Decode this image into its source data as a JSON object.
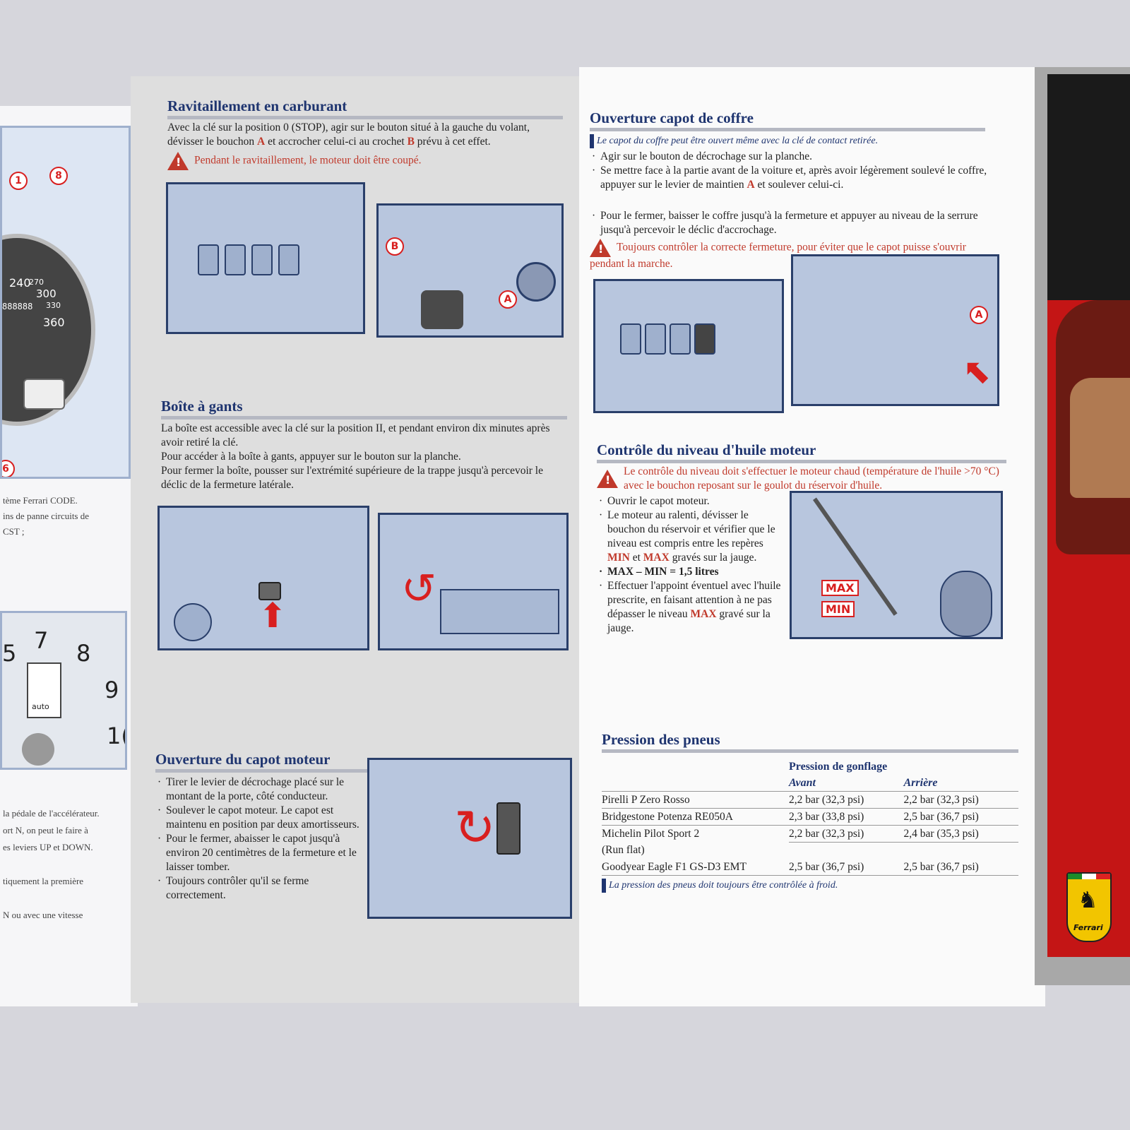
{
  "left_panel": {
    "gauge": {
      "callouts": [
        "1",
        "8",
        "6"
      ],
      "speed_ticks": [
        "240",
        "270",
        "300",
        "330",
        "360"
      ],
      "odometer": "888888"
    },
    "fragments": [
      "tème Ferrari CODE.",
      "ins de panne circuits de",
      "CST ;",
      "la pédale de l'accélérateur.",
      "ort N, on peut le faire à",
      "es leviers UP et DOWN.",
      "tiquement la première",
      "N ou avec une vitesse"
    ],
    "tacho": {
      "numbers": [
        "5",
        "7",
        "8",
        "9",
        "1("
      ],
      "mode": "auto"
    }
  },
  "refuel": {
    "title": "Ravitaillement en carburant",
    "text_1": "Avec la clé sur la position 0 (STOP), agir sur le bouton situé à la gauche du volant, dévisser le bouchon ",
    "mark_a": "A",
    "text_2": " et accrocher celui-ci au crochet ",
    "mark_b": "B",
    "text_3": " prévu à cet effet.",
    "warning": "Pendant le ravitaillement, le moteur doit être coupé.",
    "callouts": [
      "B",
      "A"
    ]
  },
  "glovebox": {
    "title": "Boîte à gants",
    "text_1": "La boîte est accessible avec la clé sur la position II, et pendant environ dix minutes après avoir retiré la clé.",
    "text_2": "Pour accéder à la boîte à gants, appuyer sur le bouton sur la planche.",
    "text_3": "Pour fermer la boîte, pousser sur l'extrémité supérieure de la trappe jusqu'à percevoir le déclic de la fermeture latérale."
  },
  "engine_hood": {
    "title": "Ouverture du capot moteur",
    "items": [
      "Tirer le levier de décrochage placé sur le montant de la porte, côté conducteur.",
      "Soulever le capot moteur. Le capot est maintenu en position par deux amortisseurs.",
      "Pour le fermer, abaisser le capot jusqu'à environ 20 centimètres de la fermeture et le laisser tomber.",
      "Toujours contrôler qu'il se ferme correctement."
    ]
  },
  "trunk": {
    "title": "Ouverture capot de coffre",
    "note": "Le capot du coffre peut être ouvert même avec la clé de contact retirée.",
    "item_1": "Agir sur le bouton de décrochage sur la planche.",
    "item_2a": "Se mettre face à la partie avant de la voiture et, après avoir légèrement soulevé le coffre, appuyer sur le levier de maintien ",
    "item_2_mark": "A",
    "item_2b": " et soulever celui-ci.",
    "item_3": "Pour le fermer, baisser le coffre jusqu'à la fermeture et appuyer au niveau de la serrure jusqu'à percevoir le déclic d'accrochage.",
    "warning": "Toujours contrôler la correcte fermeture, pour éviter que le capot puisse s'ouvrir pendant la marche.",
    "callout": "A"
  },
  "oil": {
    "title": "Contrôle du niveau d'huile moteur",
    "warning": "Le contrôle du niveau doit s'effectuer le moteur chaud (température de l'huile >70 °C) avec le bouchon reposant sur le goulot du réservoir d'huile.",
    "item_1": "Ouvrir le capot moteur.",
    "item_2a": "Le moteur au ralenti, dévisser le bouchon du réservoir et vérifier que le niveau est compris entre les repères ",
    "min": "MIN",
    "item_2b": " et ",
    "max": "MAX",
    "item_2c": " gravés sur la jauge.",
    "item_3": "MAX – MIN = 1,5 litres",
    "item_4a": "Effectuer l'appoint éventuel avec l'huile prescrite, en faisant attention à ne pas dépasser le niveau ",
    "item_4b": " gravé sur la jauge."
  },
  "tyres": {
    "title": "Pression des pneus",
    "header": "Pression de gonflage",
    "col_front": "Avant",
    "col_rear": "Arrière",
    "rows": [
      {
        "name": "Pirelli P Zero Rosso",
        "front": "2,2 bar (32,3 psi)",
        "rear": "2,2 bar (32,3 psi)"
      },
      {
        "name": "Bridgestone Potenza RE050A",
        "front": "2,3 bar (33,8 psi)",
        "rear": "2,5 bar (36,7 psi)"
      },
      {
        "name": "Michelin Pilot Sport 2",
        "front": "2,2 bar (32,3 psi)",
        "rear": "2,4 bar (35,3 psi)"
      },
      {
        "name": "(Run flat)",
        "front": "",
        "rear": ""
      },
      {
        "name": "Goodyear Eagle F1 GS-D3 EMT",
        "front": "2,5 bar (36,7 psi)",
        "rear": "2,5 bar (36,7 psi)"
      }
    ],
    "note": "La pression des pneus doit toujours être contrôlée à froid."
  },
  "cover": {
    "brand": "Ferrari"
  },
  "colors": {
    "heading_blue": "#1f3570",
    "warning_red": "#c0392b",
    "illustration_blue": "#b8c6de"
  }
}
